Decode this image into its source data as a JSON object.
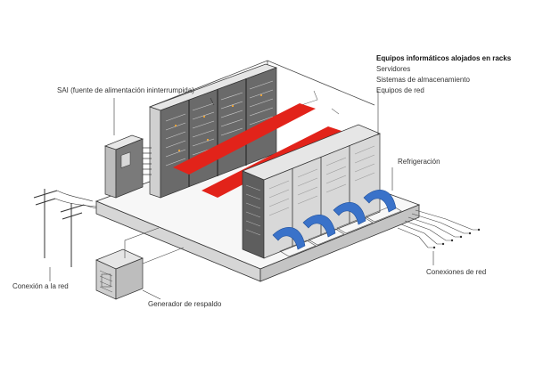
{
  "labels": {
    "sai": "SAI (fuente de alimentación ininterrumpida)",
    "rack_heading": "Equipos informáticos alojados en racks",
    "rack_items": [
      "Servidores",
      "Sistemas de almacenamiento",
      "Equipos de red"
    ],
    "cooling": "Refrigeración",
    "network": "Conexiones de red",
    "grid": "Conexión a la red",
    "generator": "Generador de respaldo"
  },
  "colors": {
    "floor_top": "#f7f7f7",
    "floor_side": "#cfcfcf",
    "rack_front": "#5a5a5a",
    "rack_side": "#d4d4d4",
    "rack_top": "#e6e6e6",
    "hot_aisle": "#e2231a",
    "cooling_duct": "#3a72c9",
    "line": "#333333"
  }
}
